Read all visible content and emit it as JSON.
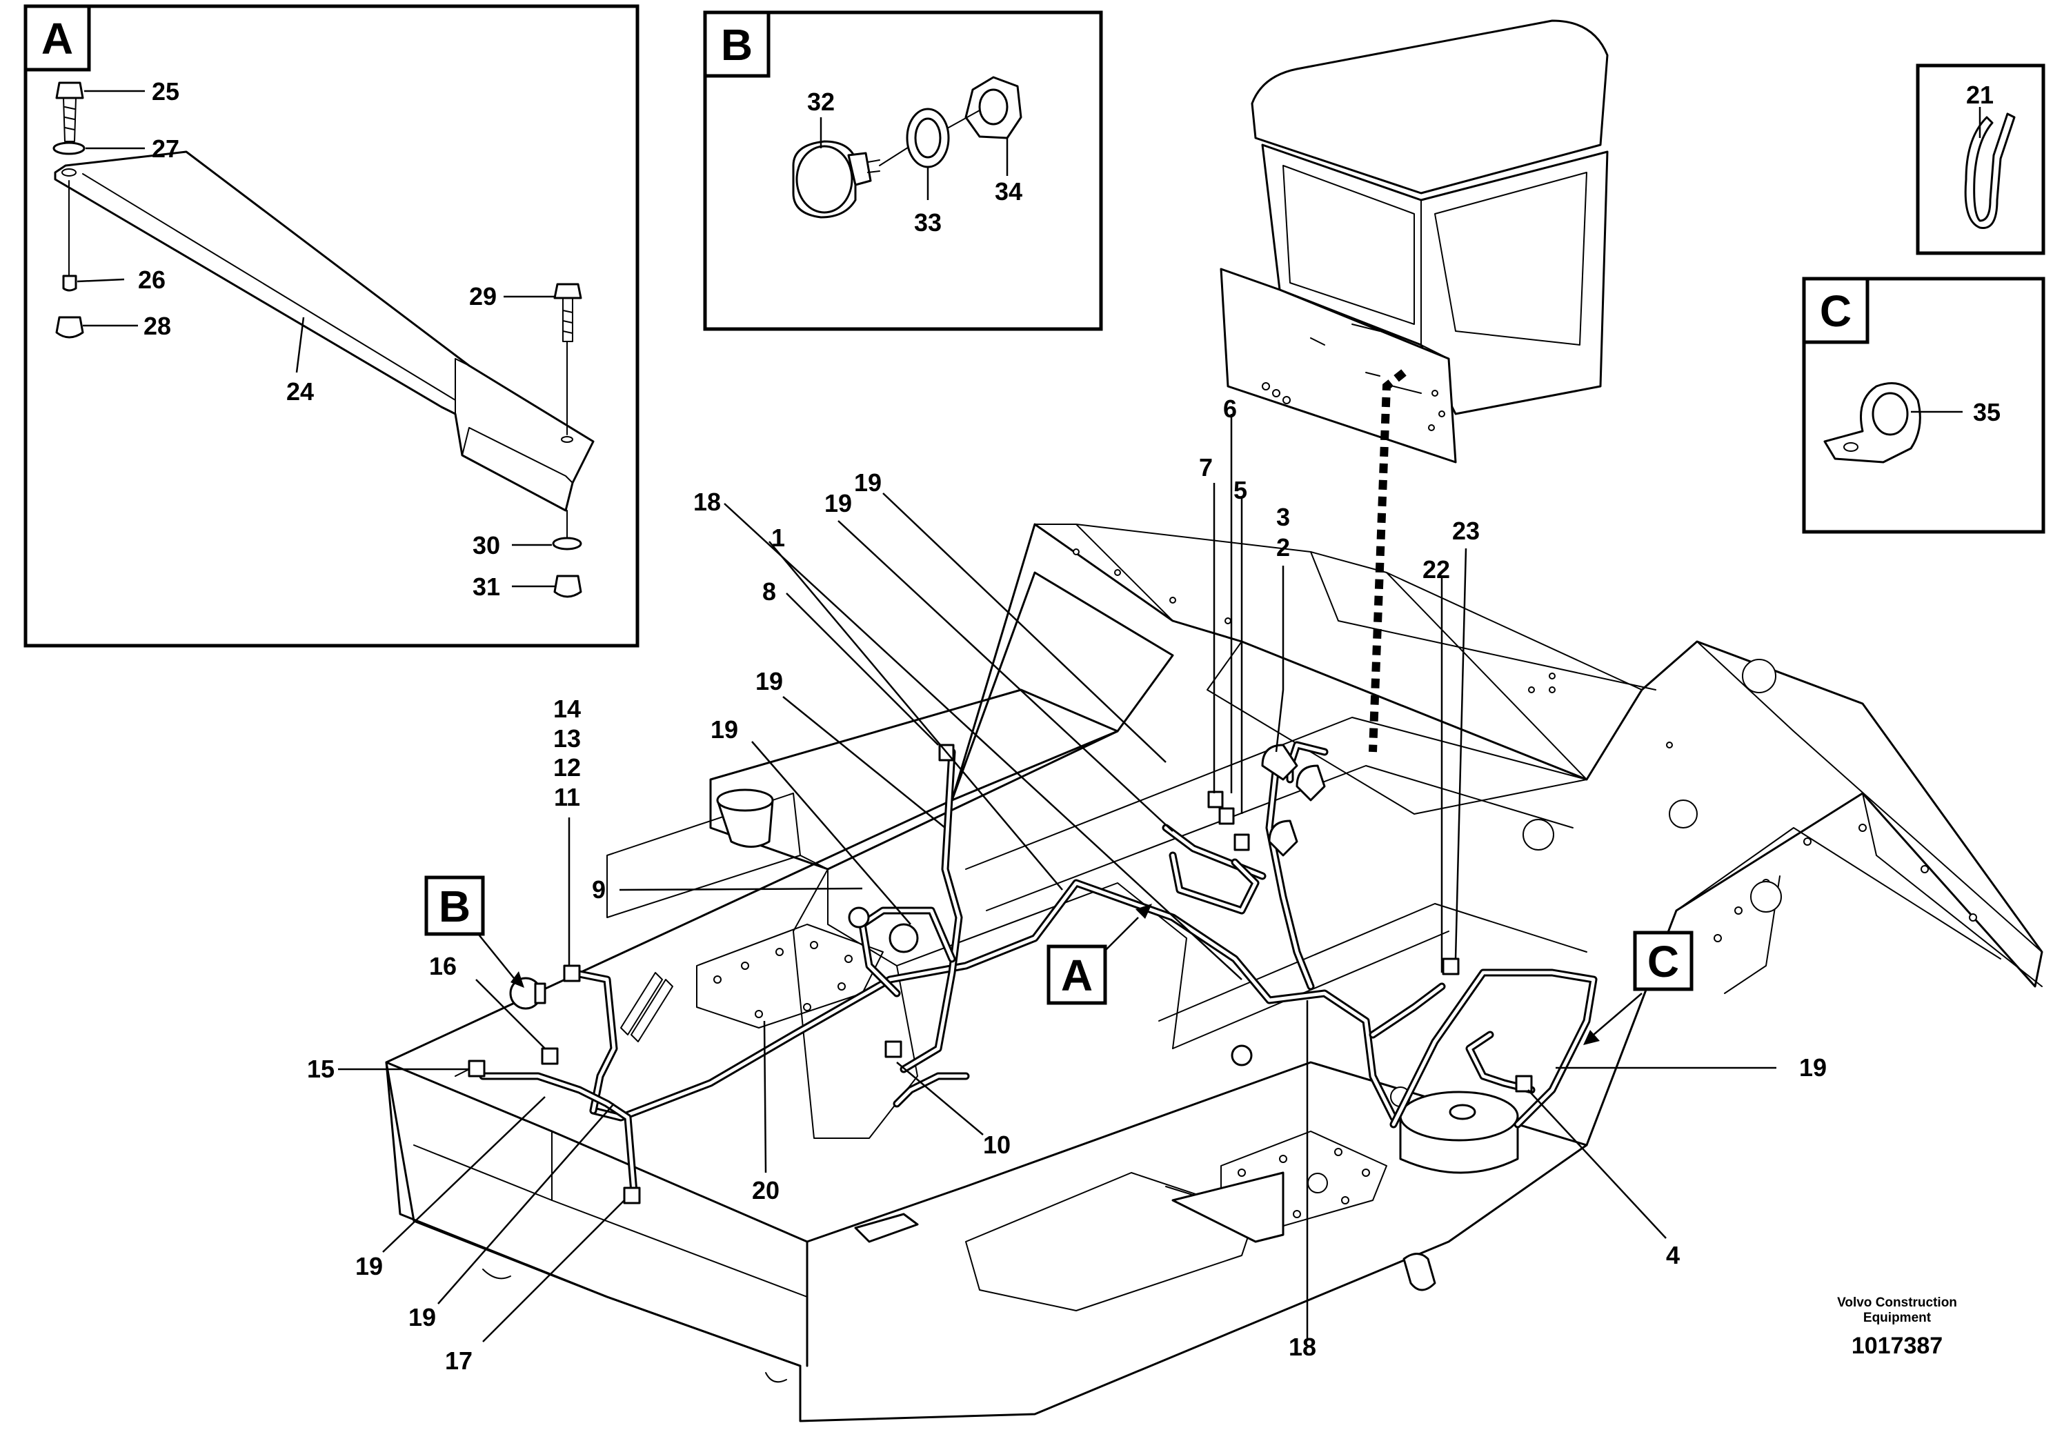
{
  "detail_boxes": {
    "a": {
      "letter": "A",
      "callouts": {
        "c25": "25",
        "c27": "27",
        "c26": "26",
        "c28": "28",
        "c24": "24",
        "c29": "29",
        "c30": "30",
        "c31": "31"
      }
    },
    "b": {
      "letter": "B",
      "callouts": {
        "c32": "32",
        "c33": "33",
        "c34": "34"
      }
    },
    "strap": {
      "callouts": {
        "c21": "21"
      }
    },
    "c": {
      "letter": "C",
      "callouts": {
        "c35": "35"
      }
    }
  },
  "main_view": {
    "markers": {
      "b": "B",
      "a": "A",
      "c": "C"
    },
    "callouts": {
      "c6": "6",
      "c7": "7",
      "c5": "5",
      "c3": "3",
      "c2": "2",
      "c23": "23",
      "c22": "22",
      "c19_top_a": "19",
      "c19_top_b": "19",
      "c18_top": "18",
      "c1": "1",
      "c8": "8",
      "c19_mid_a": "19",
      "c19_mid_b": "19",
      "c14": "14",
      "c13": "13",
      "c12": "12",
      "c11": "11",
      "c9": "9",
      "c16": "16",
      "c15": "15",
      "c10": "10",
      "c20": "20",
      "c19_left_a": "19",
      "c19_left_b": "19",
      "c17": "17",
      "c18_bottom": "18",
      "c19_right": "19",
      "c4": "4"
    }
  },
  "footer": {
    "credit_line1": "Volvo Construction",
    "credit_line2": "Equipment",
    "drawing_number": "1017387"
  }
}
